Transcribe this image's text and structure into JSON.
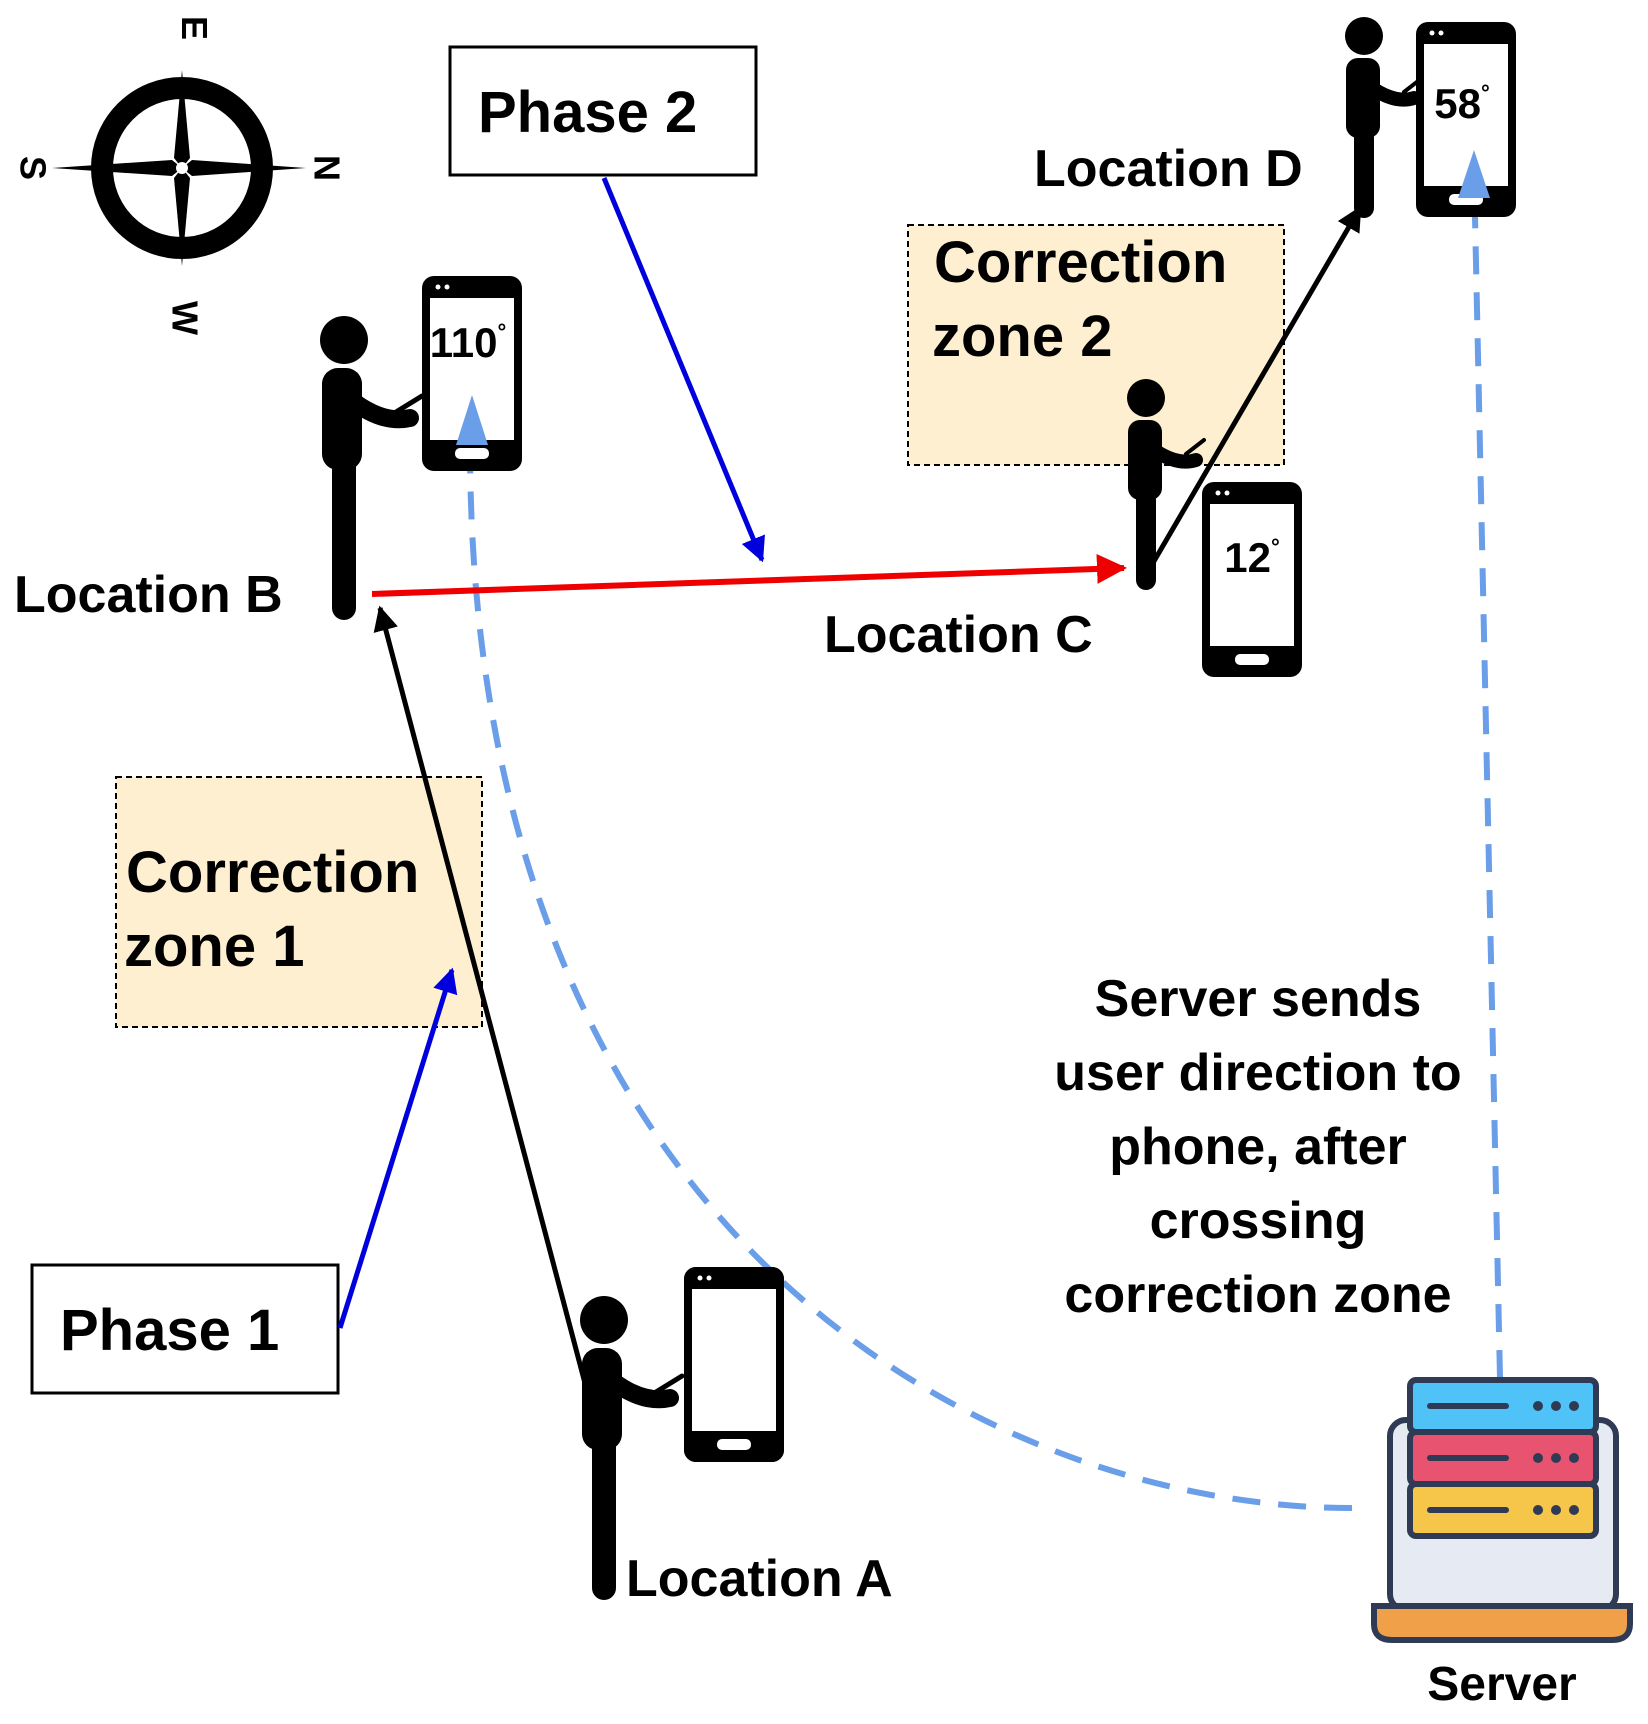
{
  "phases": {
    "phase1": "Phase 1",
    "phase2": "Phase 2"
  },
  "zones": {
    "zone1": {
      "line1": "Correction",
      "line2": "zone 1"
    },
    "zone2": {
      "line1": "Correction",
      "line2": "zone 2"
    }
  },
  "locations": {
    "a": "Location A",
    "b": "Location B",
    "c": "Location C",
    "d": "Location D"
  },
  "phone_readings": {
    "b": "110",
    "c": "12",
    "d": "58",
    "degree_symbol": "°"
  },
  "compass": {
    "north": "N",
    "south": "S",
    "east": "E",
    "west": "W"
  },
  "server": {
    "label": "Server"
  },
  "note": {
    "lines": [
      "Server sends",
      "user direction to",
      "phone, after",
      "crossing",
      "correction zone"
    ]
  },
  "colors": {
    "zone_fill": "#fdefd0",
    "phase_arrow": "#0000dd",
    "path_black": "#000000",
    "path_red": "#ee0000",
    "signal_dashed": "#6a9ee8",
    "server_blue": "#4fc3f7",
    "server_red": "#e85470",
    "server_yellow": "#f5c64a",
    "server_base": "#f0a048",
    "server_outline": "#2f3b55"
  }
}
